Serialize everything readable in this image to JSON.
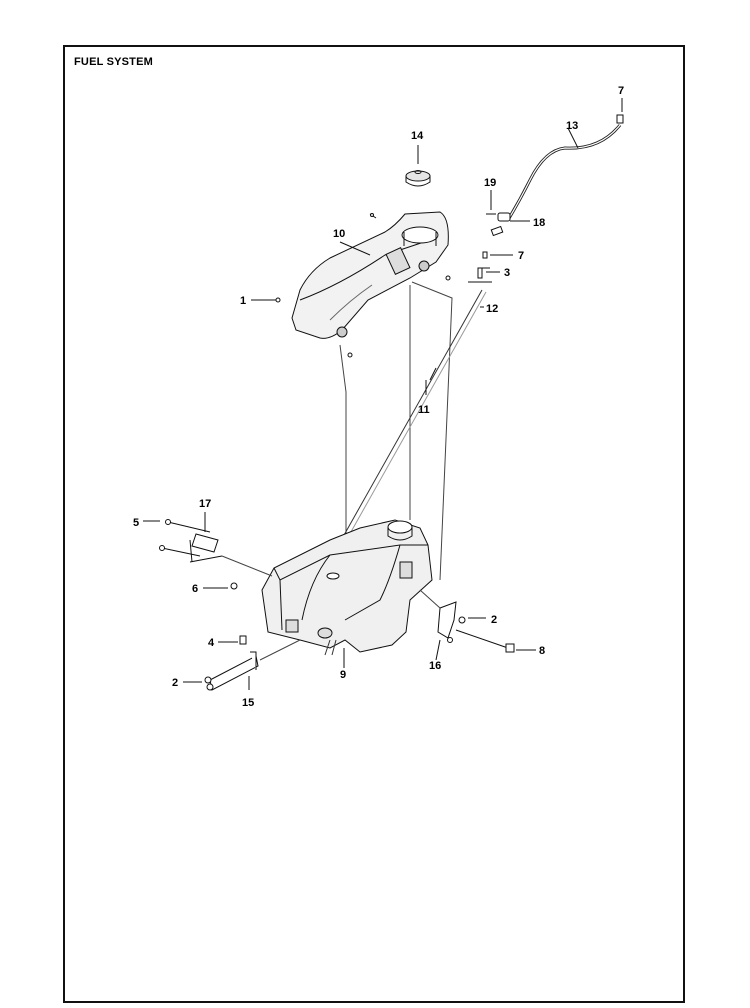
{
  "title": "FUEL SYSTEM",
  "callouts": {
    "c1": "1",
    "c2a": "2",
    "c2b": "2",
    "c3": "3",
    "c4": "4",
    "c5": "5",
    "c6": "6",
    "c7a": "7",
    "c7b": "7",
    "c8": "8",
    "c9": "9",
    "c10": "10",
    "c11": "11",
    "c12": "12",
    "c13": "13",
    "c14": "14",
    "c15": "15",
    "c16": "16",
    "c17": "17",
    "c18": "18",
    "c19": "19"
  }
}
